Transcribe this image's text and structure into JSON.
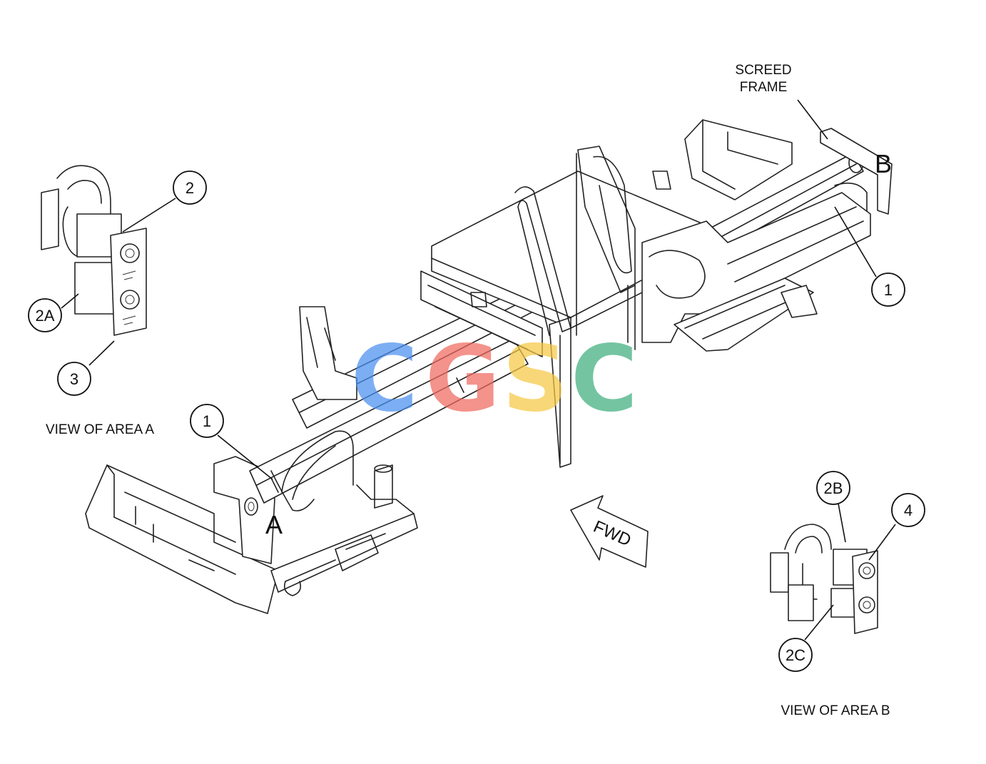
{
  "labels": {
    "screed_frame_line1": "SCREED",
    "screed_frame_line2": "FRAME",
    "view_area_a": "VIEW OF AREA A",
    "view_area_b": "VIEW OF AREA B",
    "area_a_letter": "A",
    "area_b_letter": "B",
    "fwd_arrow": "FWD"
  },
  "callouts": {
    "c2": "2",
    "c2a": "2A",
    "c3": "3",
    "c1_left": "1",
    "c1_right": "1",
    "c2b": "2B",
    "c4": "4",
    "c2c": "2C"
  },
  "watermark": {
    "letters": [
      "C",
      "G",
      "S",
      "C"
    ],
    "colors": [
      "#4a8ff0",
      "#ef6a5f",
      "#f6c945",
      "#3fae7e"
    ]
  }
}
